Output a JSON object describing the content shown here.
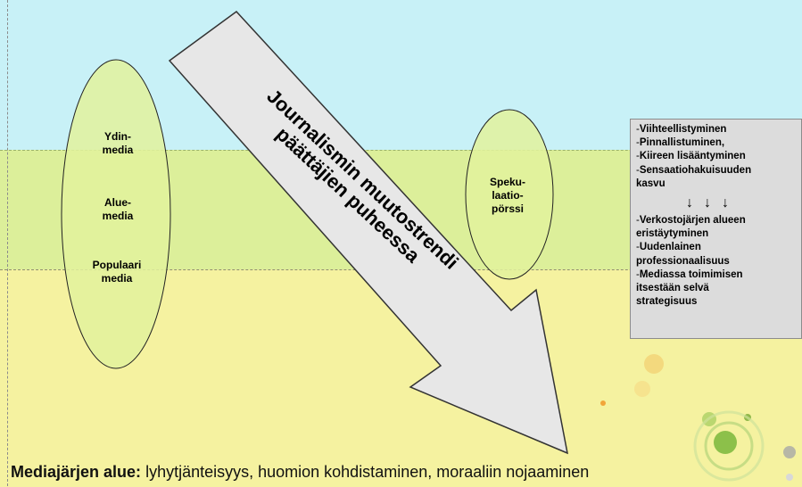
{
  "arrow_title": "Journalismin muutostrendi\npäättäjien puheessa",
  "left_ellipse": {
    "labels": [
      "Ydin-\nmedia",
      "Alue-\nmedia",
      "Populaari\nmedia"
    ]
  },
  "right_ellipse": {
    "label": "Speku-\nlaatio-\npörssi"
  },
  "side_box": {
    "top_items": [
      "Viihteellistyminen",
      "Pinnallistuminen,",
      "Kiireen lisääntyminen",
      "Sensaatiohakuisuuden\n  kasvu"
    ],
    "arrows": [
      "↓",
      "↓",
      "↓"
    ],
    "bottom_items": [
      "Verkostojärjen alueen\n  eristäytyminen",
      "Uudenlainen\n  professionaalisuus",
      "Mediassa toimimisen\n  itsestään selvä\n  strategisuus"
    ],
    "bullet": "-"
  },
  "footer": {
    "label": "Mediajärjen alue:",
    "text": " lyhytjänteisyys, huomion kohdistaminen, moraaliin nojaaminen"
  },
  "colors": {
    "sky": "#c8f1f7",
    "green_band": "#dcef9a",
    "yellow_band": "#f5f2a0",
    "ellipse_fill": "#e2f29c",
    "arrow_fill": "#e7e7e7",
    "box_fill": "#dcdcdc"
  }
}
